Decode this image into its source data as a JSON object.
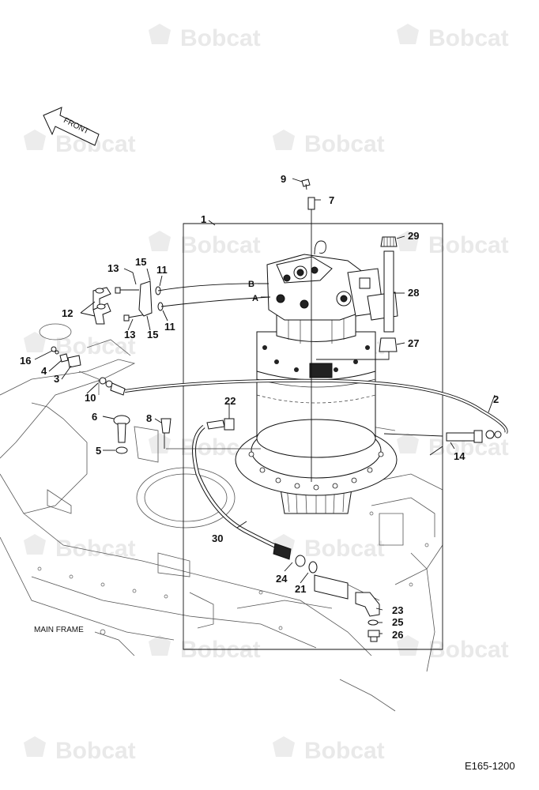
{
  "watermark": {
    "brand": "Bobcat"
  },
  "front_arrow": {
    "label": "FRONT"
  },
  "frame_label": "MAIN FRAME",
  "drawing_code": "E165-1200",
  "callouts": {
    "c1": "1",
    "c2": "2",
    "c3": "3",
    "c4": "4",
    "c5": "5",
    "c6": "6",
    "c7": "7",
    "c8": "8",
    "c9": "9",
    "c10": "10",
    "c11a": "11",
    "c11b": "11",
    "c12": "12",
    "c13a": "13",
    "c13b": "13",
    "c14": "14",
    "c15a": "15",
    "c15b": "15",
    "c16": "16",
    "c21": "21",
    "c22": "22",
    "c23": "23",
    "c24": "24",
    "c25": "25",
    "c26": "26",
    "c27": "27",
    "c28": "28",
    "c29": "29",
    "c30": "30"
  },
  "port_labels": {
    "a": "A",
    "b": "B"
  }
}
